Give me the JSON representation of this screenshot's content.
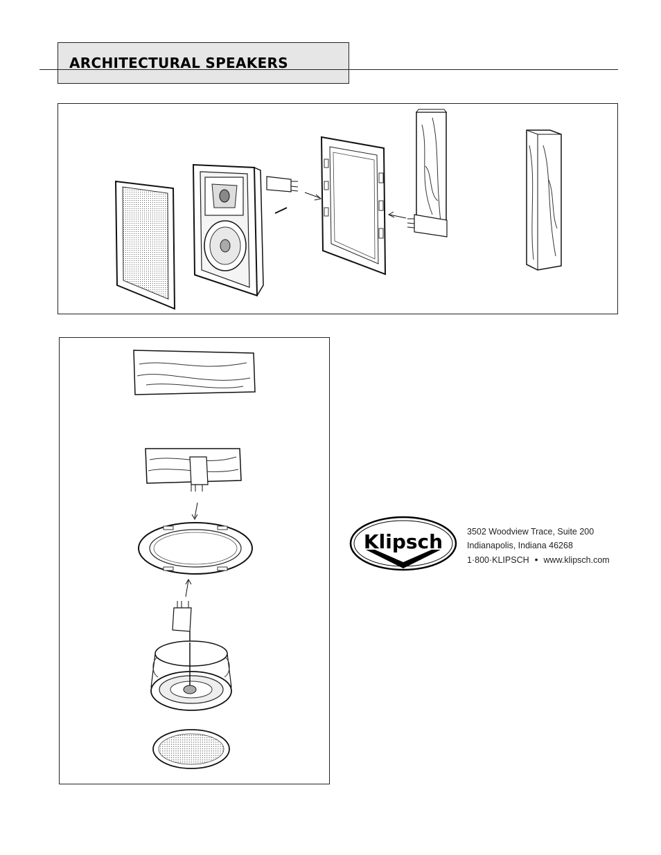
{
  "header": {
    "title": "ARCHITECTURAL SPEAKERS"
  },
  "logo": {
    "text": "Klipsch"
  },
  "address": {
    "line1": "3502 Woodview Trace, Suite 200",
    "line2": "Indianapolis, Indiana 46268",
    "phone": "1·800·KLIPSCH",
    "separator": "•",
    "website": "www.klipsch.com"
  }
}
